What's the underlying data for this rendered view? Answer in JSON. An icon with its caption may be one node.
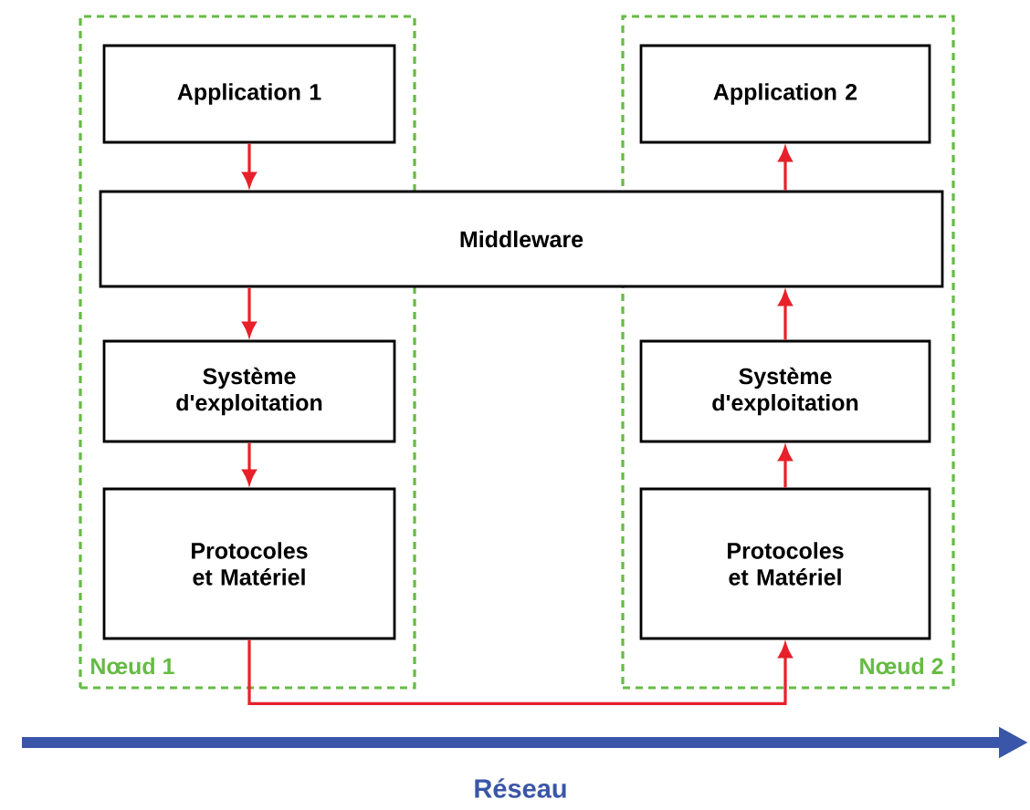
{
  "diagram": {
    "nodes": [
      {
        "text": [
          "Nœud 1"
        ]
      },
      {
        "text": [
          "Application 1"
        ],
        "in": 0
      },
      {
        "text": [
          "Système d'exploitation"
        ],
        "in": 0
      },
      {
        "text": [
          "Protocoles et Matériel"
        ],
        "in": 0
      },
      {
        "text": [
          "Nœud 2"
        ]
      },
      {
        "text": [
          "Application 2"
        ],
        "in": 4
      },
      {
        "text": [
          "Système d'exploitation"
        ],
        "in": 4
      },
      {
        "text": [
          "Protocoles et Matériel"
        ],
        "in": 4
      },
      {
        "text": [
          "Middleware"
        ]
      }
    ],
    "edges": [
      {
        "from": 1,
        "to": 8,
        "arrow": "to"
      },
      {
        "from": 8,
        "to": 2,
        "arrow": "to"
      },
      {
        "from": 2,
        "to": 3,
        "arrow": "to"
      },
      {
        "from": 3,
        "to": 7,
        "arrow": "to"
      },
      {
        "from": 7,
        "to": 6,
        "arrow": "to"
      },
      {
        "from": 6,
        "to": 8,
        "arrow": "to"
      },
      {
        "from": 8,
        "to": 5,
        "arrow": "to"
      }
    ],
    "labels": [
      "Réseau"
    ]
  }
}
